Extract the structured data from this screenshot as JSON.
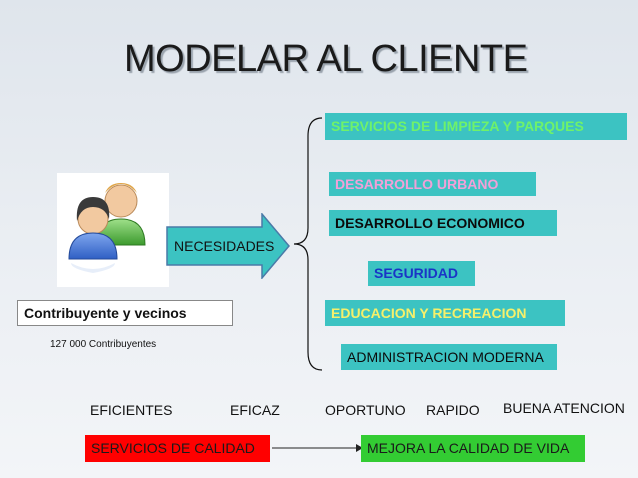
{
  "title": "MODELAR AL CLIENTE",
  "services": {
    "limpieza": "SERVICIOS DE LIMPIEZA Y PARQUES",
    "urbano": "DESARROLLO URBANO",
    "economico": "DESARROLLO ECONOMICO",
    "seguridad": "SEGURIDAD",
    "educacion": "EDUCACION Y RECREACION",
    "administracion": "ADMINISTRACION MODERNA"
  },
  "arrow_label": "NECESIDADES",
  "contributor": {
    "label": "Contribuyente y vecinos",
    "count": "127 000 Contribuyentes"
  },
  "qualities": [
    "EFICIENTES",
    "EFICAZ",
    "OPORTUNO",
    "RAPIDO",
    "BUENA ATENCION"
  ],
  "flow": {
    "from": "SERVICIOS  DE CALIDAD",
    "to": "MEJORA LA CALIDAD DE VIDA"
  },
  "colors": {
    "box_bg": "#3cc3c2",
    "red_box": "#ff0000",
    "green_box": "#33cc33"
  }
}
